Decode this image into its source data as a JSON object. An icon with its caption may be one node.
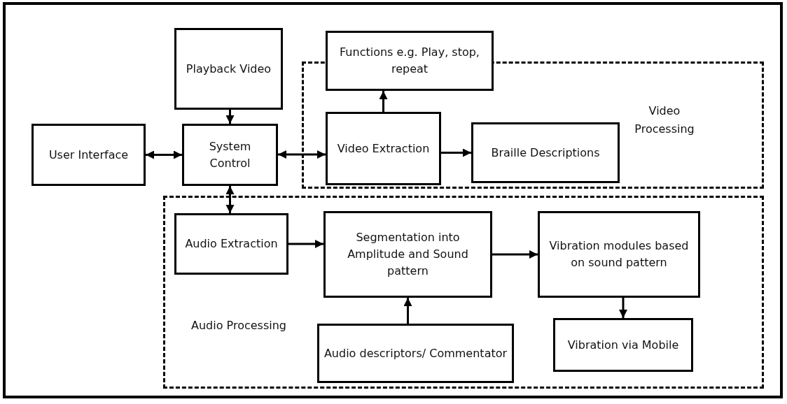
{
  "diagram": {
    "nodes": [
      {
        "text": [
          "Playback Video"
        ]
      },
      {
        "text": [
          "Video Processing"
        ]
      },
      {
        "text": [
          "Functions e.g. Play, stop, repeat"
        ]
      },
      {
        "text": [
          "User Interface"
        ]
      },
      {
        "text": [
          "System Control"
        ]
      },
      {
        "text": [
          "Video Extraction"
        ],
        "in": 1
      },
      {
        "text": [
          "Braille Descriptions"
        ],
        "in": 1
      },
      {
        "text": [
          "Audio Processing"
        ]
      },
      {
        "text": [
          "Audio Extraction"
        ],
        "in": 7
      },
      {
        "text": [
          "Segmentation into Amplitude and Sound pattern"
        ],
        "in": 7
      },
      {
        "text": [
          "Vibration modules based on sound pattern"
        ],
        "in": 7
      },
      {
        "text": [
          "Audio descriptors/ Commentator"
        ],
        "in": 7
      },
      {
        "text": [
          "Vibration via Mobile"
        ],
        "in": 7
      }
    ],
    "edges": [
      {
        "from": 0,
        "to": 4,
        "arrow": "to"
      },
      {
        "from": 3,
        "to": 4,
        "arrow": "both"
      },
      {
        "from": 4,
        "to": 5,
        "arrow": "both"
      },
      {
        "from": 5,
        "to": 2,
        "arrow": "to"
      },
      {
        "from": 5,
        "to": 6,
        "arrow": "to"
      },
      {
        "from": 4,
        "to": 8,
        "arrow": "both"
      },
      {
        "from": 8,
        "to": 9,
        "arrow": "to"
      },
      {
        "from": 9,
        "to": 10,
        "arrow": "to"
      },
      {
        "from": 11,
        "to": 9,
        "arrow": "to"
      },
      {
        "from": 10,
        "to": 12,
        "arrow": "to"
      }
    ]
  }
}
